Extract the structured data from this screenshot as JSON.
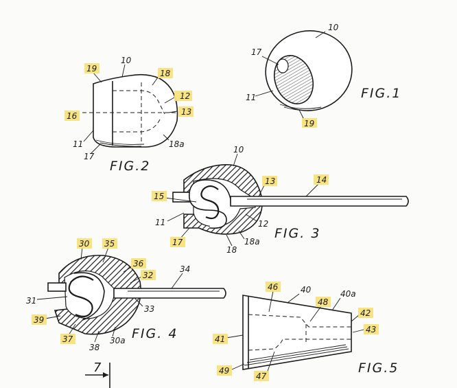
{
  "figure_captions": {
    "fig1": "FIG.1",
    "fig2": "FIG.2",
    "fig3": "FIG. 3",
    "fig4": "FIG. 4",
    "fig5": "FIG.5"
  },
  "fig1_labels": {
    "l10": "10",
    "l17": "17",
    "l11": "11",
    "l19": "19"
  },
  "fig2_labels": {
    "l19": "19",
    "l10": "10",
    "l18": "18",
    "l12": "12",
    "l13": "13",
    "l16": "16",
    "l11": "11",
    "l17": "17",
    "l18a": "18a"
  },
  "fig3_labels": {
    "l10": "10",
    "l13": "13",
    "l14": "14",
    "l15": "15",
    "l11": "11",
    "l12": "12",
    "l17": "17",
    "l18a": "18a",
    "l18": "18"
  },
  "fig4_labels": {
    "l30": "30",
    "l35": "35",
    "l36": "36",
    "l32": "32",
    "l34": "34",
    "l31": "31",
    "l33": "33",
    "l39": "39",
    "l37": "37",
    "l38": "38",
    "l30a": "30a"
  },
  "fig5_labels": {
    "l46": "46",
    "l40": "40",
    "l48": "48",
    "l40a": "40a",
    "l42": "42",
    "l41": "41",
    "l43": "43",
    "l49": "49",
    "l47": "47"
  },
  "section_marker": "7",
  "highlight_color": "#f7e27a"
}
